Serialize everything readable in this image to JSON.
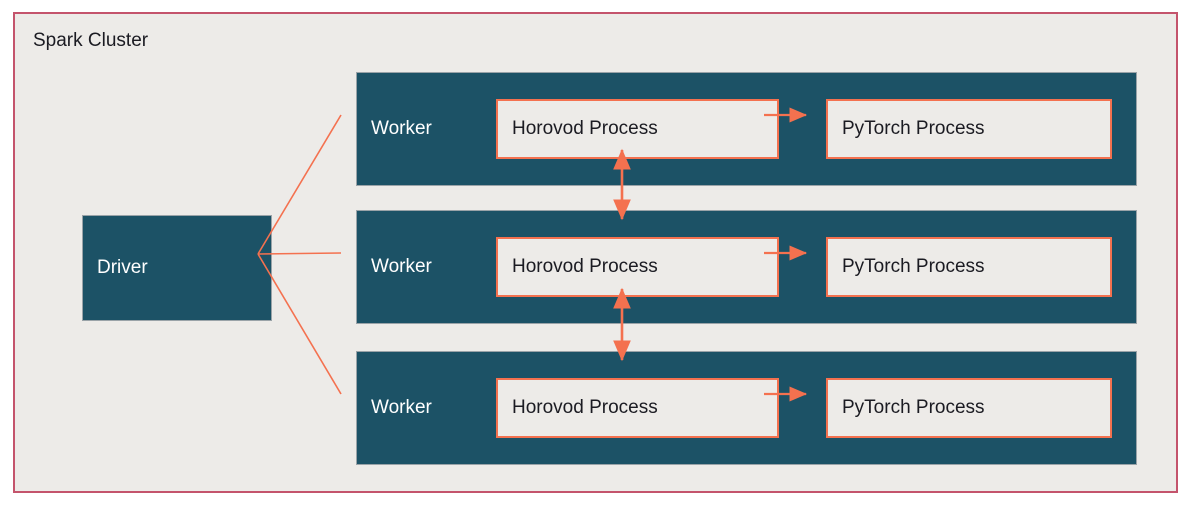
{
  "diagram": {
    "title": "Spark Cluster",
    "background_color": "#edebe8",
    "border_color": "#c4546c",
    "node_fill": "#1c5266",
    "node_text_color": "#ffffff",
    "process_fill": "#edebe8",
    "process_border": "#f4714f",
    "connector_color": "#f4714f",
    "driver": {
      "label": "Driver"
    },
    "workers": [
      {
        "label": "Worker",
        "horovod_label": "Horovod Process",
        "pytorch_label": "PyTorch Process"
      },
      {
        "label": "Worker",
        "horovod_label": "Horovod Process",
        "pytorch_label": "PyTorch Process"
      },
      {
        "label": "Worker",
        "horovod_label": "Horovod Process",
        "pytorch_label": "PyTorch Process"
      }
    ],
    "edges": [
      {
        "from": "driver",
        "to": "worker-0",
        "style": "line",
        "arrow": "none"
      },
      {
        "from": "driver",
        "to": "worker-1",
        "style": "line",
        "arrow": "none"
      },
      {
        "from": "driver",
        "to": "worker-2",
        "style": "line",
        "arrow": "none"
      },
      {
        "from": "horovod-0",
        "to": "pytorch-0",
        "style": "line",
        "arrow": "single"
      },
      {
        "from": "horovod-1",
        "to": "pytorch-1",
        "style": "line",
        "arrow": "single"
      },
      {
        "from": "horovod-2",
        "to": "pytorch-2",
        "style": "line",
        "arrow": "single"
      },
      {
        "from": "horovod-0",
        "to": "horovod-1",
        "style": "line",
        "arrow": "double"
      },
      {
        "from": "horovod-1",
        "to": "horovod-2",
        "style": "line",
        "arrow": "double"
      }
    ]
  }
}
